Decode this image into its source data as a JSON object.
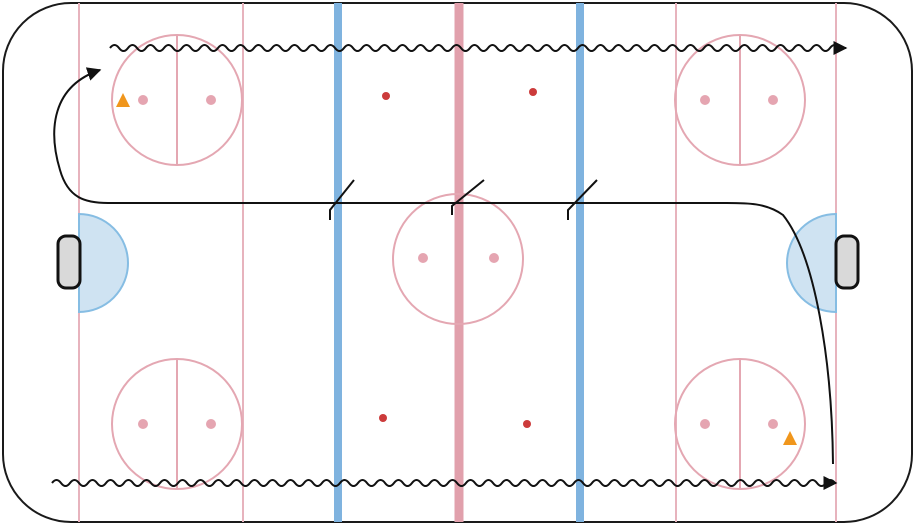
{
  "diagram": {
    "kind": "hockey-rink-drill",
    "colors": {
      "rink_border": "#1a1a1a",
      "rink_fill": "#ffffff",
      "red_line": "#e1a0ac",
      "thin_red": "#e7b3bd",
      "blue_line": "#7fb3df",
      "crease_fill": "#cfe3f2",
      "crease_stroke": "#86bde3",
      "circle_stroke": "#e4a7b2",
      "faceoff_dot": "#e5a5b1",
      "neutral_dot": "#cc3b3b",
      "net_fill": "#d9d9d9",
      "path_stroke": "#111111",
      "cone": "#f0961c"
    },
    "symbols": {
      "cones": [
        "orange-cone",
        "orange-cone"
      ],
      "skating_path": "solid-line-with-arrow",
      "puck_carry_path": "wavy-line-with-arrow",
      "stops": [
        "stop-mark",
        "stop-mark",
        "stop-mark"
      ]
    }
  }
}
